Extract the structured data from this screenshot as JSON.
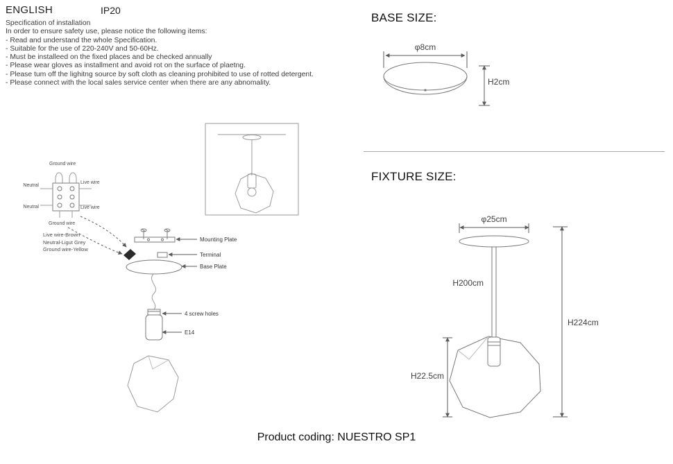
{
  "header": {
    "language": "ENGLISH",
    "ip_rating": "IP20"
  },
  "spec": {
    "title": "Specification of installation",
    "intro": "In order to ensure safety use, please notice the following items:",
    "items": [
      "- Read and understand the whole Specification.",
      "- Suitable for the use of 220-240V and 50-60Hz.",
      "- Must be installeed on the fixed places and be checked annually",
      "- Please wear gloves as installment and avoid rot on the surface of plaetng.",
      "- Please tum off the lighitng source by soft cloth as cleaning prohibited to use of rotted detergent.",
      "- Please connect with the local sales service center when there are any abnomality."
    ]
  },
  "wiring": {
    "ground_top": "Ground wire",
    "neutral_top": "Neutral",
    "live_top": "Live wire",
    "neutral_bottom": "Neutral",
    "live_bottom": "Live wire",
    "ground_bottom": "Ground wire",
    "legend": [
      "Live wire-Brown",
      "Neutral-Ligut Grey",
      "Ground wire-Yellow"
    ]
  },
  "install": {
    "mounting_plate": "Mounting Plate",
    "terminal": "Terminal",
    "base_plate": "Base Plate",
    "screw_holes": "4 screw holes",
    "socket": "E14"
  },
  "base": {
    "title": "BASE SIZE:",
    "diameter": "φ8cm",
    "height": "H2cm"
  },
  "fixture": {
    "title": "FIXTURE SIZE:",
    "diameter": "φ25cm",
    "rod": "H200cm",
    "shade": "H22.5cm",
    "total": "H224cm"
  },
  "footer": {
    "product_coding": "Product coding: NUESTRO SP1"
  }
}
